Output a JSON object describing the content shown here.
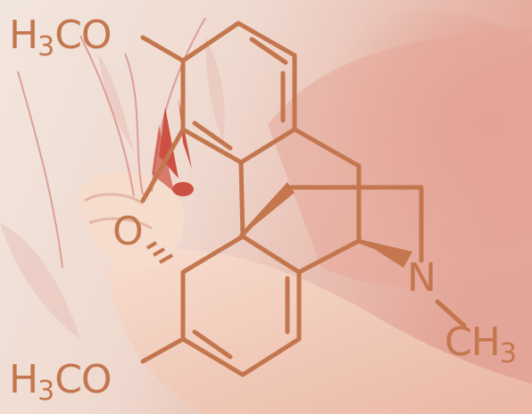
{
  "molecule": {
    "labels": {
      "top_methoxy": {
        "pre": "H",
        "sub": "3",
        "post": "CO"
      },
      "bottom_methoxy": {
        "pre": "H",
        "sub": "3",
        "post": "CO"
      },
      "oxygen": "O",
      "nitrogen": "N",
      "n_methyl": {
        "pre": "CH",
        "sub": "3"
      }
    }
  },
  "colors": {
    "structure": "#c4764e",
    "background_light": "#efe3da",
    "background_pink": "#e8b0a2",
    "skin": "#f3d2c2",
    "flower_red": "#c83a2a"
  }
}
